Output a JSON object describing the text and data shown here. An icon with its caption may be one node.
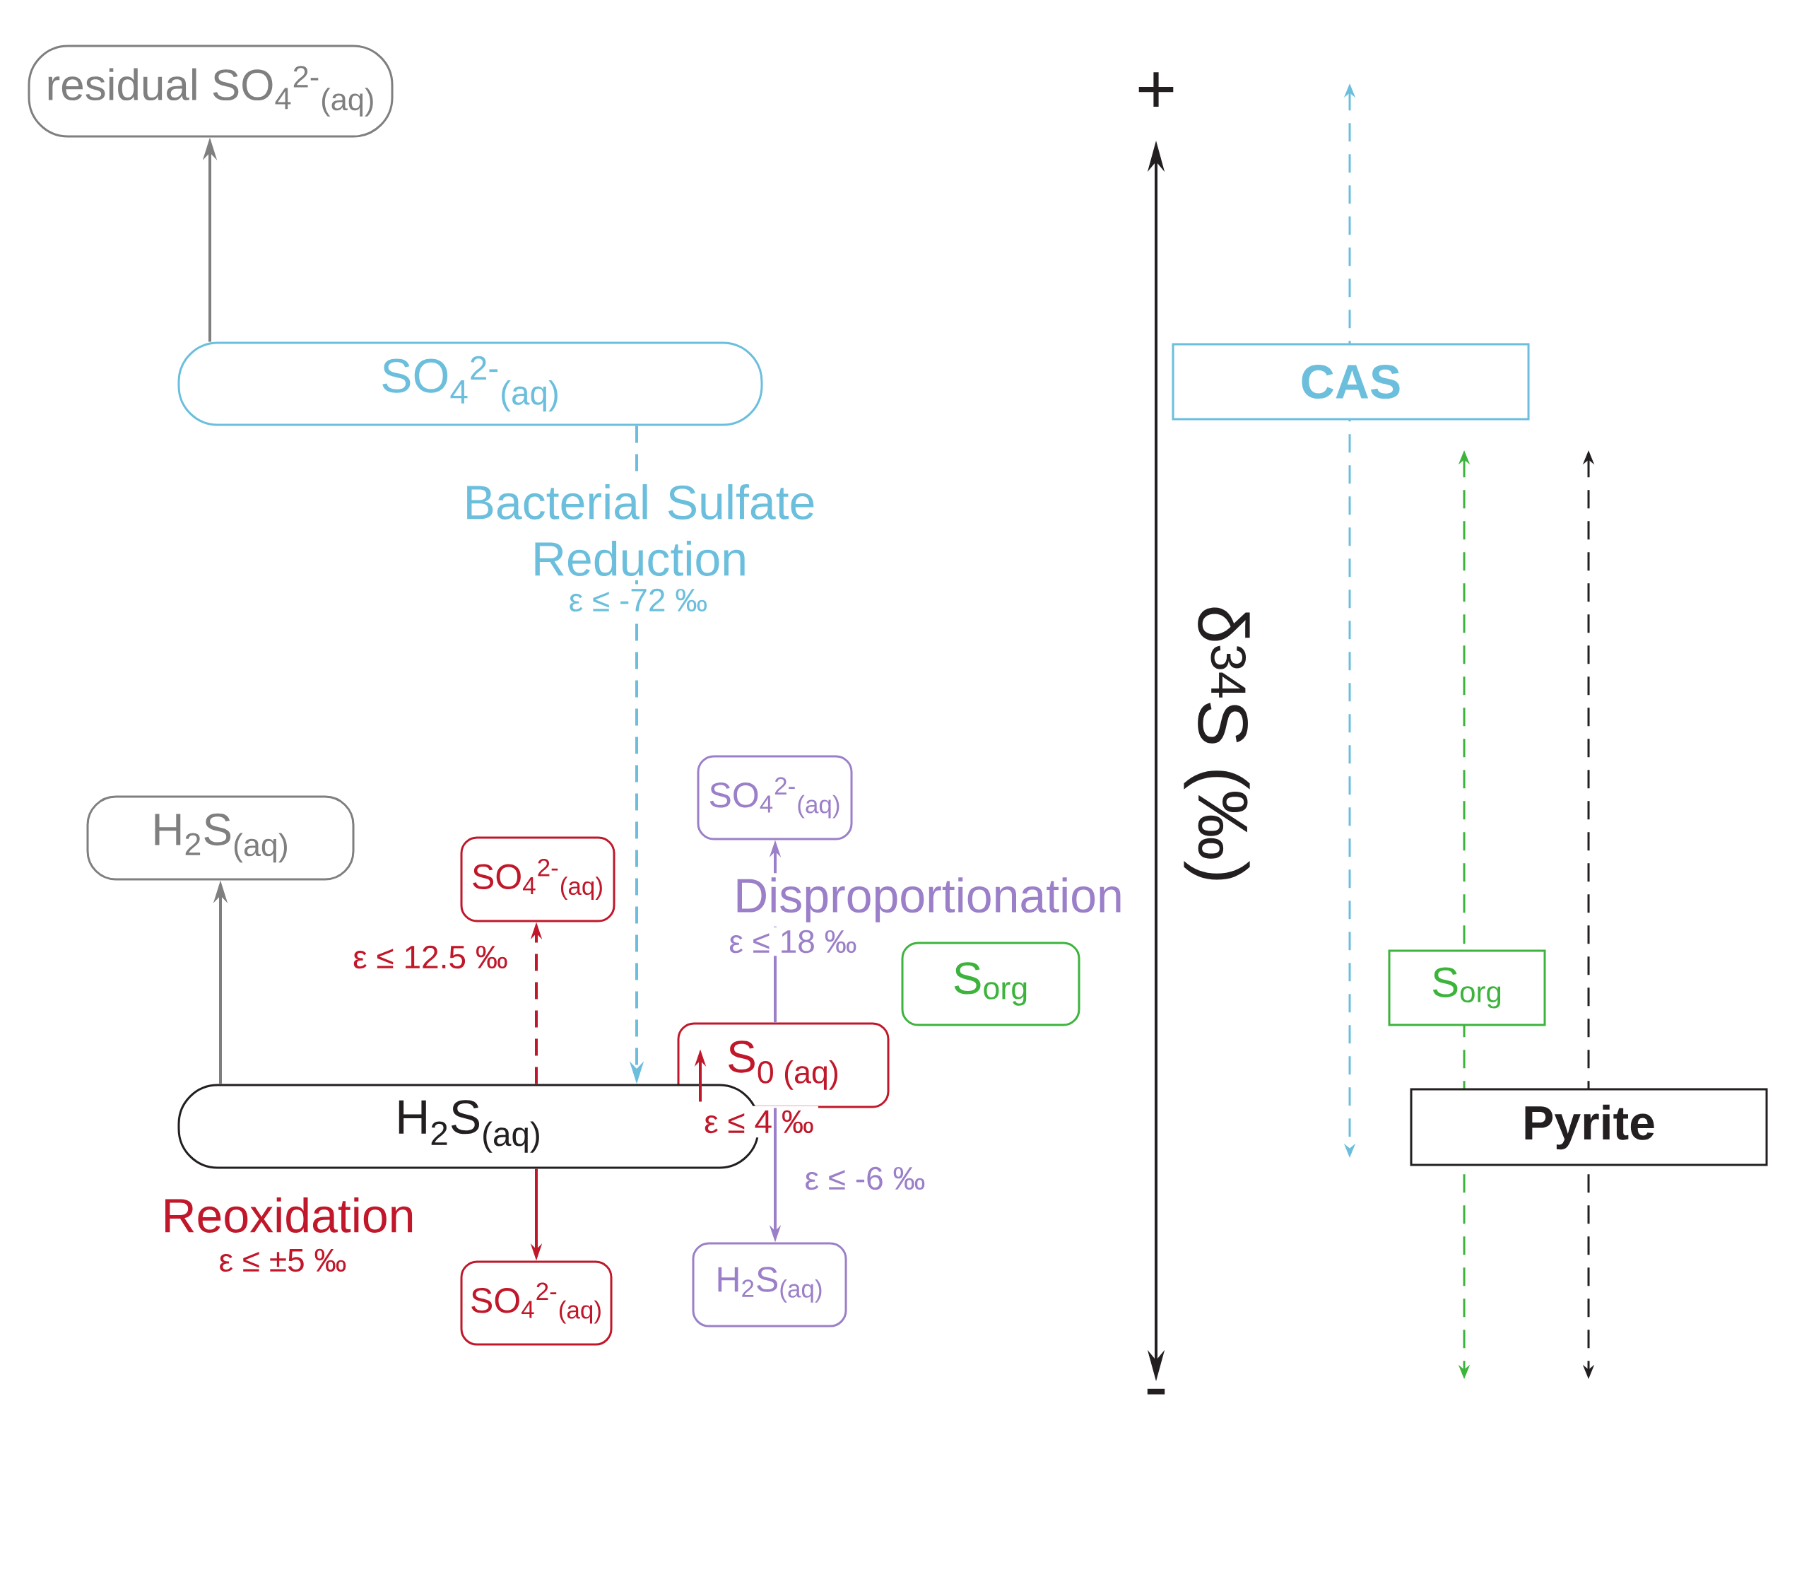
{
  "diagram": {
    "nodes": [
      {
        "text": [
          "residual SO$_{4}$$^{2-}$$_{(aq)}$"
        ]
      },
      {
        "text": [
          "SO$_{4}$$^{2-}$$_{(aq)}$"
        ]
      },
      {
        "text": [
          "H$_{2}$S$_{(aq)}$"
        ]
      },
      {
        "text": [
          "SO$_{4}$$^{2-}$$_{(aq)}$"
        ]
      },
      {
        "text": [
          "SO$_{4}$$^{2-}$$_{(aq)}$"
        ]
      },
      {
        "text": [
          "S$_{org}$"
        ]
      },
      {
        "text": [
          "S$_{0 (aq)}$"
        ]
      },
      {
        "text": [
          "H$_{2}$S$_{(aq)}$"
        ]
      },
      {
        "text": [
          "SO$_{4}$$^{2-}$$_{(aq)}$"
        ]
      },
      {
        "text": [
          "H$_{2}$S$_{(aq)}$"
        ]
      },
      {
        "text": [
          "CAS"
        ]
      },
      {
        "text": [
          "S$_{org}$"
        ]
      },
      {
        "text": [
          "Pyrite"
        ]
      }
    ],
    "edges": [
      {
        "from": 1,
        "to": 0,
        "arrow": "to",
        "color": "#7f7f7f"
      },
      {
        "from": 1,
        "to": 7,
        "arrow": "to",
        "label": "Bacterial Sulfate Reduction",
        "style": "dashed",
        "color": "#6bbfdc"
      },
      {
        "from": 7,
        "to": 2,
        "arrow": "to",
        "color": "#7f7f7f"
      },
      {
        "from": 7,
        "to": 3,
        "arrow": "to",
        "label": "ε ≤ 12.5 ‰",
        "style": "dashed",
        "color": "#c0182a"
      },
      {
        "from": 7,
        "to": 8,
        "arrow": "to",
        "color": "#c0182a"
      },
      {
        "from": 7,
        "to": 6,
        "arrow": "to",
        "label": "ε ≤ 4 ‰",
        "color": "#c0182a"
      },
      {
        "from": 6,
        "to": 4,
        "arrow": "to",
        "label": "Disproportionation",
        "color": "#9b7fc8"
      },
      {
        "from": 6,
        "to": 9,
        "arrow": "to",
        "label": "ε ≤ -6 ‰",
        "color": "#9b7fc8"
      }
    ],
    "labels": [
      "+",
      "ε ≤ -72 ‰",
      "δ$^{34}$S (‰)",
      "ε ≤ 18 ‰",
      "Reoxidation",
      "ε ≤ ±5 ‰",
      "-"
    ]
  }
}
